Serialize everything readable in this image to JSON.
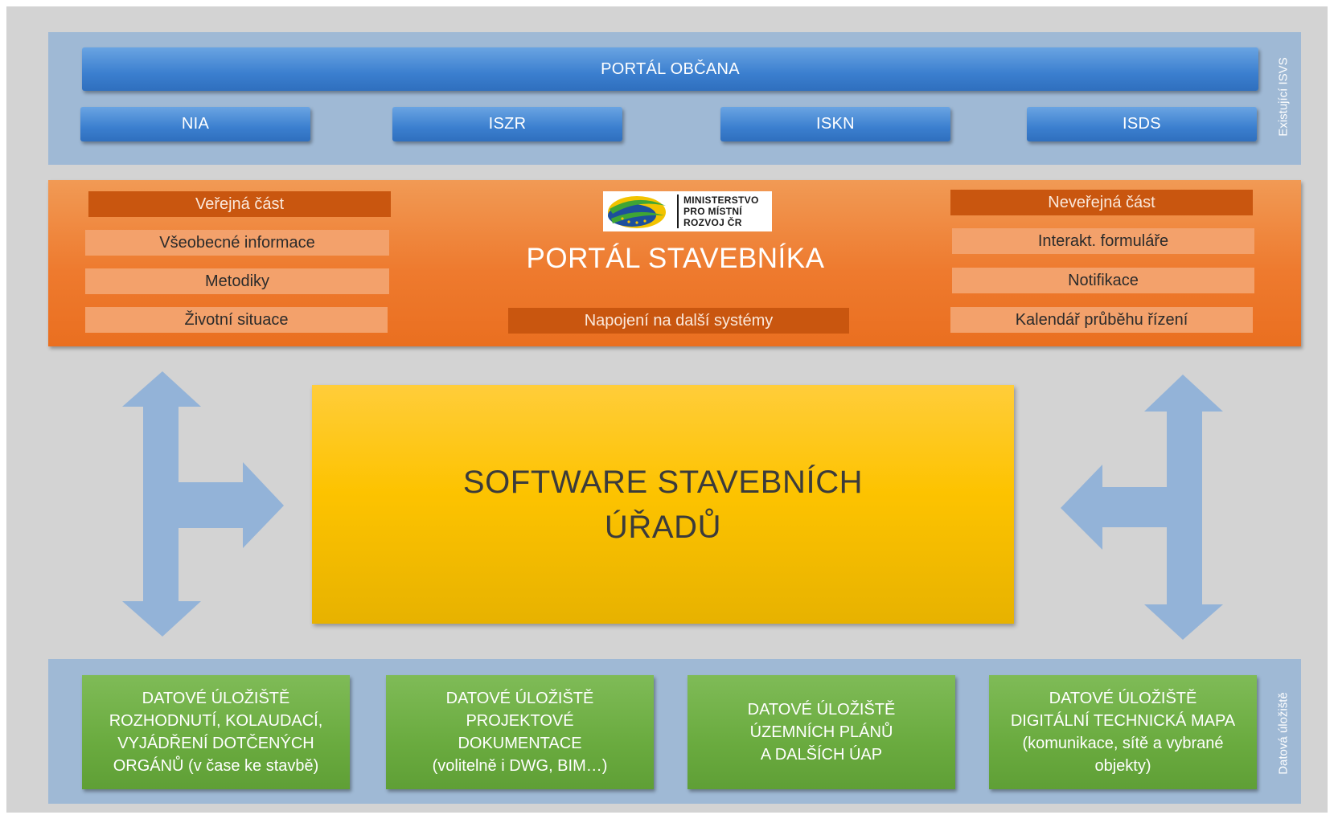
{
  "isvs": {
    "side_label": "Existující ISVS",
    "portal_obcana": "PORTÁL OBČANA",
    "systems": [
      "NIA",
      "ISZR",
      "ISKN",
      "ISDS"
    ]
  },
  "portal": {
    "title": "PORTÁL STAVEBNÍKA",
    "logo_lines": [
      "MINISTERSTVO",
      "PRO MÍSTNÍ",
      "ROZVOJ ČR"
    ],
    "public": {
      "heading": "Veřejná část",
      "items": [
        "Všeobecné informace",
        "Metodiky",
        "Životní situace"
      ]
    },
    "private": {
      "heading": "Neveřejná část",
      "items": [
        "Interakt. formuláře",
        "Notifikace",
        "Kalendář průběhu řízení"
      ]
    },
    "connection": "Napojení na další systémy"
  },
  "center": {
    "lines": [
      "SOFTWARE STAVEBNÍCH",
      "ÚŘADŮ"
    ]
  },
  "storage": {
    "side_label": "Datová úložiště",
    "boxes": [
      {
        "lines": [
          "DATOVÉ ÚLOŽIŠTĚ",
          "ROZHODNUTÍ, KOLAUDACÍ,",
          "VYJÁDŘENÍ  DOTČENÝCH",
          "ORGÁNŮ (v čase ke stavbě)"
        ]
      },
      {
        "lines": [
          "DATOVÉ ÚLOŽIŠTĚ",
          "PROJEKTOVÉ",
          "DOKUMENTACE",
          "(volitelně i DWG,  BIM…)"
        ]
      },
      {
        "lines": [
          "DATOVÉ ÚLOŽIŠTĚ",
          "ÚZEMNÍCH PLÁNŮ",
          "A DALŠÍCH ÚAP"
        ]
      },
      {
        "lines": [
          "DATOVÉ ÚLOŽIŠTĚ",
          "DIGITÁLNÍ TECHNICKÁ MAPA",
          "(komunikace, sítě a vybrané",
          "objekty)"
        ]
      }
    ]
  },
  "colors": {
    "band": "#9fb9d5",
    "blue_box": "#3b7fcf",
    "orange": "#ee7a2e",
    "yellow": "#fdc300",
    "green": "#6aab3f",
    "arrow": "#93b3d8"
  }
}
